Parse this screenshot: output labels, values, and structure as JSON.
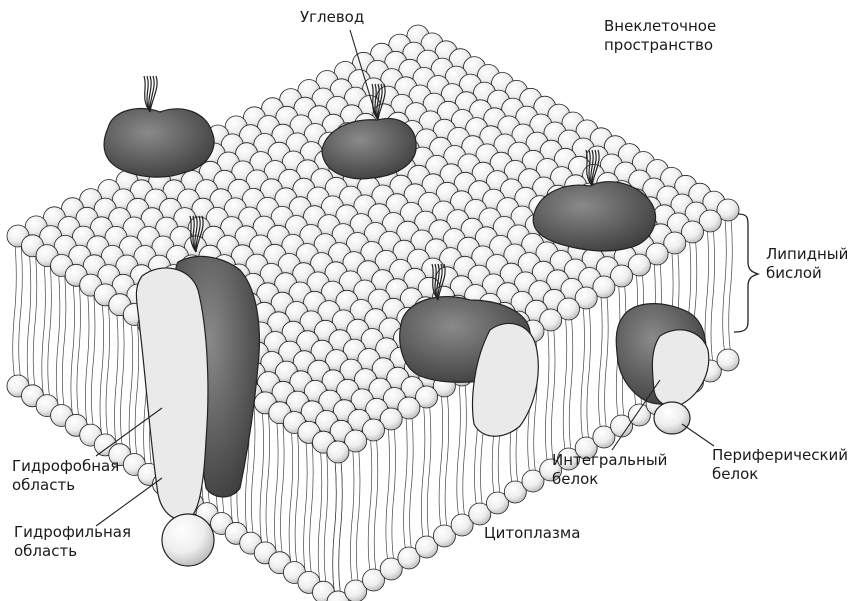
{
  "labels": {
    "carbohydrate": "Углевод",
    "extracellular_1": "Внеклеточное",
    "extracellular_2": "пространство",
    "lipid_bilayer_1": "Липидный",
    "lipid_bilayer_2": "бислой",
    "hydrophobic_1": "Гидрофобная",
    "hydrophobic_2": "область",
    "hydrophilic_1": "Гидрофильная",
    "hydrophilic_2": "область",
    "integral_1": "Интегральный",
    "integral_2": "белок",
    "peripheral_1": "Периферический",
    "peripheral_2": "белок",
    "cytoplasm": "Цитоплазма"
  },
  "colors": {
    "bead_fill": "#f4f4f4",
    "bead_stroke": "#222222",
    "protein_dark": "#555555",
    "protein_light": "#e6e6e6",
    "tail": "#444444"
  }
}
